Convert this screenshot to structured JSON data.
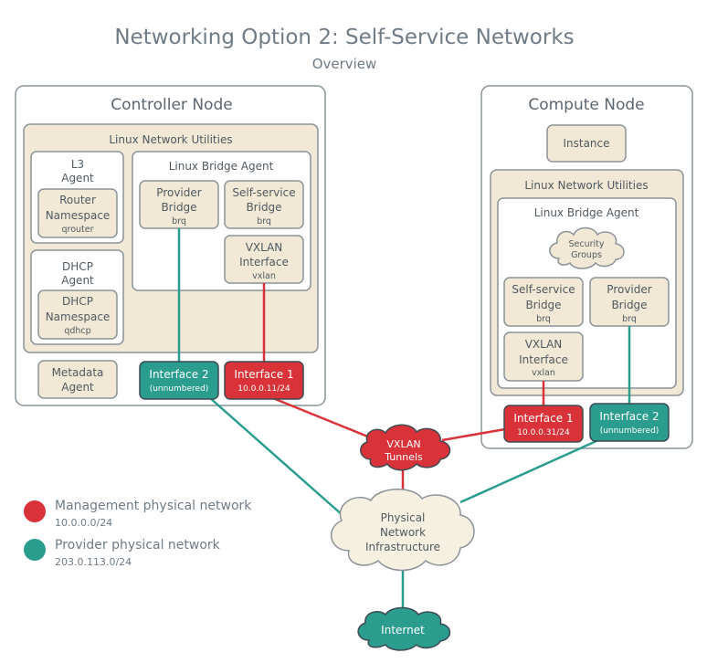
{
  "title": "Networking Option 2: Self-Service Networks",
  "subtitle": "Overview",
  "colors": {
    "management": "#d93238",
    "provider": "#2a9d8f",
    "box_fill": "#f1e8d6",
    "box_border": "#8a9399"
  },
  "controller": {
    "title": "Controller Node",
    "utilities_label": "Linux Network Utilities",
    "l3_agent": [
      "L3",
      "Agent"
    ],
    "router_namespace": [
      "Router",
      "Namespace",
      "qrouter"
    ],
    "dhcp_agent": [
      "DHCP",
      "Agent"
    ],
    "dhcp_namespace": [
      "DHCP",
      "Namespace",
      "qdhcp"
    ],
    "bridge_agent_label": "Linux Bridge Agent",
    "provider_bridge": [
      "Provider",
      "Bridge",
      "brq"
    ],
    "selfservice_bridge": [
      "Self-service",
      "Bridge",
      "brq"
    ],
    "vxlan_interface": [
      "VXLAN",
      "Interface",
      "vxlan"
    ],
    "metadata_agent": [
      "Metadata",
      "Agent"
    ],
    "interface2": [
      "Interface 2",
      "(unnumbered)"
    ],
    "interface1": [
      "Interface 1",
      "10.0.0.11/24"
    ]
  },
  "compute": {
    "title": "Compute Node",
    "instance": "Instance",
    "utilities_label": "Linux Network Utilities",
    "bridge_agent_label": "Linux Bridge Agent",
    "security_groups": [
      "Security",
      "Groups"
    ],
    "selfservice_bridge": [
      "Self-service",
      "Bridge",
      "brq"
    ],
    "provider_bridge": [
      "Provider",
      "Bridge",
      "brq"
    ],
    "vxlan_interface": [
      "VXLAN",
      "Interface",
      "vxlan"
    ],
    "interface1": [
      "Interface 1",
      "10.0.0.31/24"
    ],
    "interface2": [
      "Interface 2",
      "(unnumbered)"
    ]
  },
  "vxlan_tunnels": [
    "VXLAN",
    "Tunnels"
  ],
  "physical_network": [
    "Physical",
    "Network",
    "Infrastructure"
  ],
  "internet": "Internet",
  "legend": [
    {
      "label": "Management physical network",
      "subnet": "10.0.0.0/24",
      "color": "#d93238"
    },
    {
      "label": "Provider physical network",
      "subnet": "203.0.113.0/24",
      "color": "#2a9d8f"
    }
  ]
}
